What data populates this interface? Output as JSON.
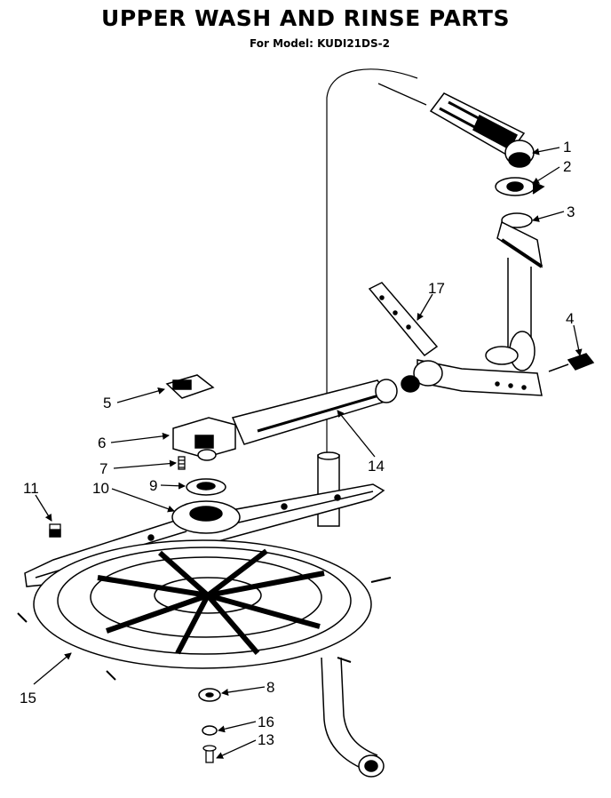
{
  "header": {
    "title": "UPPER WASH AND RINSE PARTS",
    "subtitle": "For Model: KUDI21DS-2"
  },
  "parts": [
    {
      "number": "1"
    },
    {
      "number": "2"
    },
    {
      "number": "3"
    },
    {
      "number": "4"
    },
    {
      "number": "5"
    },
    {
      "number": "6"
    },
    {
      "number": "7"
    },
    {
      "number": "8"
    },
    {
      "number": "9"
    },
    {
      "number": "10"
    },
    {
      "number": "11"
    },
    {
      "number": "13"
    },
    {
      "number": "14"
    },
    {
      "number": "15"
    },
    {
      "number": "16"
    },
    {
      "number": "17"
    }
  ]
}
